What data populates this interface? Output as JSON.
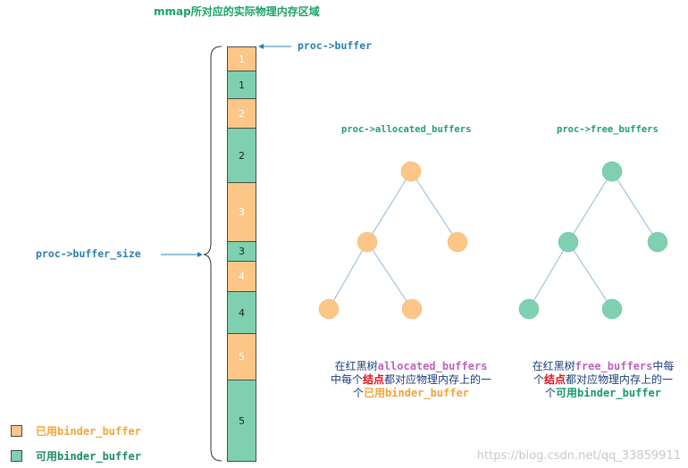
{
  "title": "mmap所对应的实际物理内存区域",
  "pointers": {
    "proc_buffer": "proc->buffer",
    "proc_buffer_size": "proc->buffer_size"
  },
  "segments": [
    {
      "label": "1",
      "status": "used"
    },
    {
      "label": "1",
      "status": "free"
    },
    {
      "label": "2",
      "status": "used"
    },
    {
      "label": "2",
      "status": "free"
    },
    {
      "label": "3",
      "status": "used"
    },
    {
      "label": "3",
      "status": "free"
    },
    {
      "label": "4",
      "status": "used"
    },
    {
      "label": "4",
      "status": "free"
    },
    {
      "label": "5",
      "status": "used"
    },
    {
      "label": "5",
      "status": "free"
    }
  ],
  "trees": {
    "allocated": {
      "title": "proc->allocated_buffers",
      "desc": {
        "l1a": "在红黑树",
        "l1b": "allocated_buffers",
        "l2a": "中每个",
        "l2b": "结点",
        "l2c": "都对应物理内存上的一",
        "l3a": "个",
        "l3b": "已用binder_buffer"
      }
    },
    "free": {
      "title": "proc->free_buffers",
      "desc": {
        "l1a": "在红黑树",
        "l1b": "free_buffers",
        "l1c": "中每",
        "l2a": "个",
        "l2b": "结点",
        "l2c": "都对应物理内存上的一",
        "l3a": "个",
        "l3b": "可用binder_buffer"
      }
    }
  },
  "legend": {
    "used": "已用binder_buffer",
    "free": "可用binder_buffer"
  },
  "watermark": "https://blog.csdn.net/qq_33859911",
  "colors": {
    "used": "#fcc687",
    "free": "#7fd0b1",
    "pointer_text": "#2a7fae",
    "title_text": "#1aa36a"
  }
}
